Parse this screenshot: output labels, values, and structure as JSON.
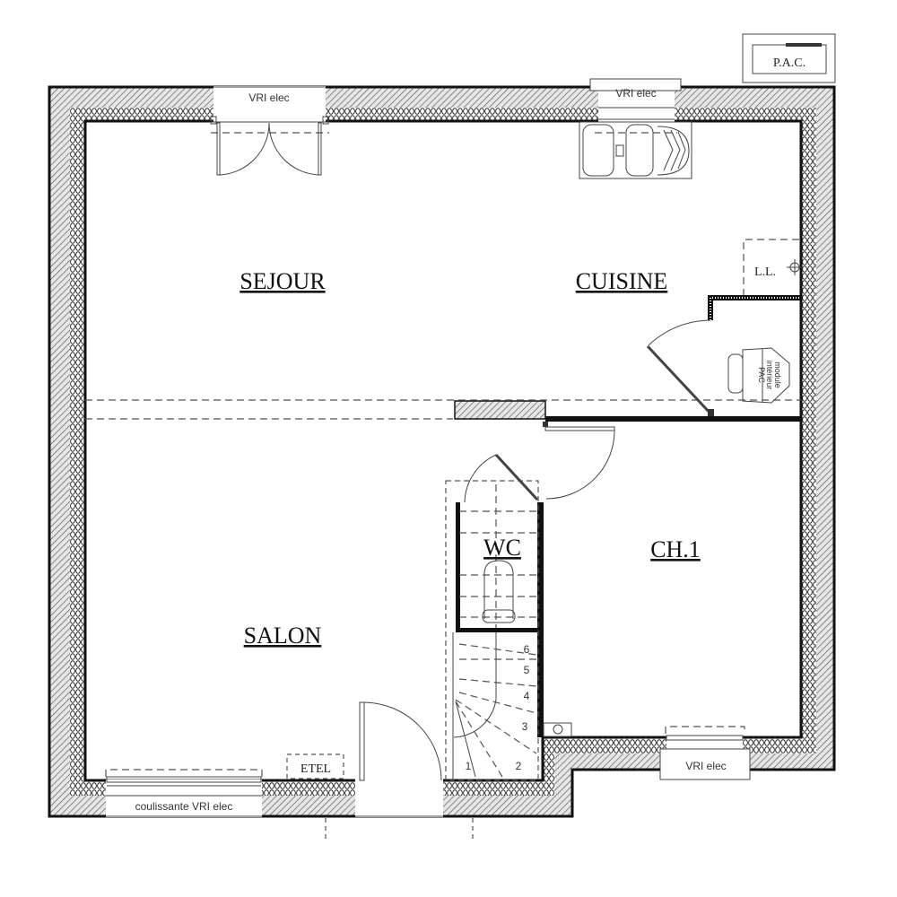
{
  "rooms": {
    "sejour": "SEJOUR",
    "cuisine": "CUISINE",
    "salon": "SALON",
    "wc": "WC",
    "chambre1": "CH.1"
  },
  "labels": {
    "window_top_left": "VRI elec",
    "window_top_right": "VRI elec",
    "window_bottom_right": "VRI elec",
    "window_bottom_left": "coulissante  VRI elec",
    "pac": "P.A.C.",
    "laundry": "L.L.",
    "etel": "ETEL",
    "module_line1": "module",
    "module_line2": "intérieur",
    "module_line3": "PAC"
  },
  "stairs": {
    "steps": [
      "1",
      "2",
      "3",
      "4",
      "5",
      "6"
    ]
  },
  "colors": {
    "wall_line": "#111111",
    "hatch": "#666666",
    "background": "#ffffff"
  }
}
